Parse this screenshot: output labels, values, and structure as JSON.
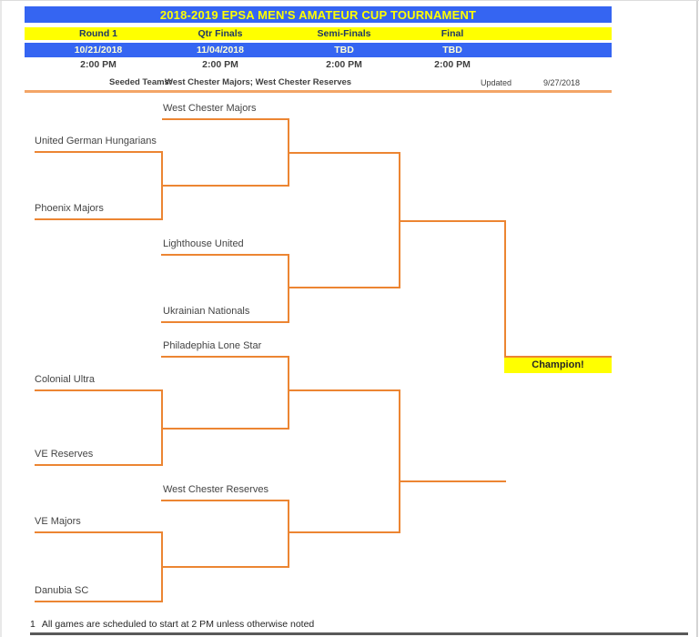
{
  "header": {
    "title": "2018-2019 EPSA MEN'S AMATEUR CUP TOURNAMENT",
    "columns": [
      {
        "round": "Round 1",
        "date": "10/21/2018",
        "time": "2:00 PM"
      },
      {
        "round": "Qtr Finals",
        "date": "11/04/2018",
        "time": "2:00 PM"
      },
      {
        "round": "Semi-Finals",
        "date": "TBD",
        "time": "2:00 PM"
      },
      {
        "round": "Final",
        "date": "TBD",
        "time": "2:00 PM"
      }
    ]
  },
  "seeded": {
    "label": "Seeded Teams:",
    "teams": "West Chester Majors; West Chester Reserves",
    "updated_label": "Updated",
    "updated_date": "9/27/2018"
  },
  "bracket": {
    "round1_teams": [
      "United German Hungarians",
      "Phoenix Majors",
      "Colonial Ultra",
      "VE Reserves",
      "VE Majors",
      "Danubia SC"
    ],
    "qtr_teams": [
      "West Chester Majors",
      "Lighthouse United",
      "Ukrainian Nationals",
      "Philadephia Lone Star",
      "West Chester Reserves"
    ],
    "champion_label": "Champion!"
  },
  "footnote": {
    "number": "1",
    "text": "All games are scheduled to start at 2 PM unless otherwise noted"
  },
  "colors": {
    "header_blue": "#3565F2",
    "header_yellow": "#FFFF00",
    "round_text_navy": "#1F3864",
    "date_text": "#FFFFD6",
    "bracket_orange": "#EC8532",
    "seed_rule_orange": "#F3A567",
    "champion_bg": "#FFFF00",
    "team_text": "#444444",
    "bottom_rule": "#595959"
  }
}
